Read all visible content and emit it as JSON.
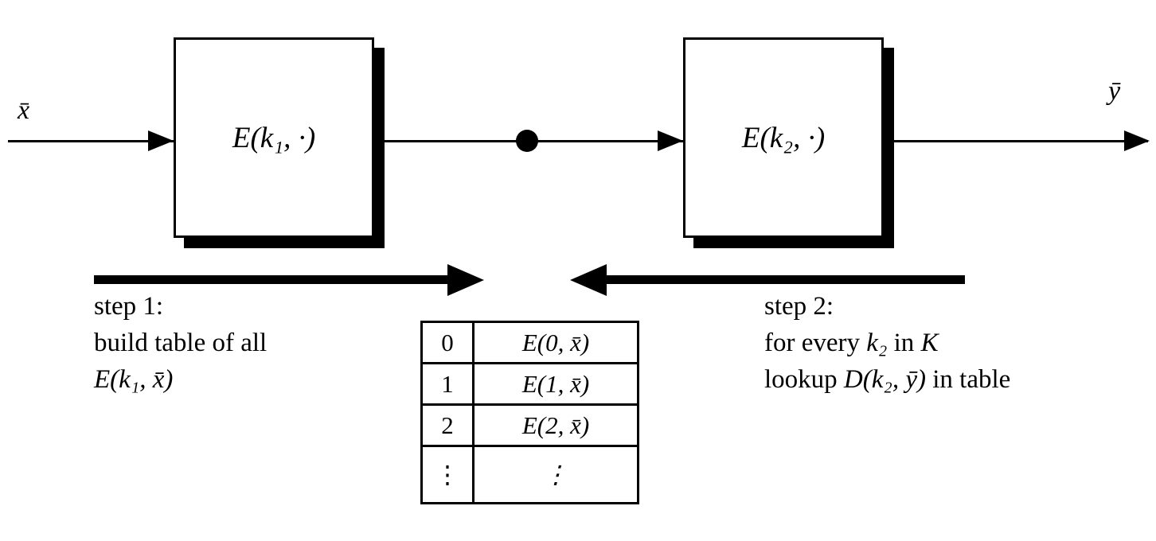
{
  "diagram": {
    "input_label": "x̄",
    "output_label": "ȳ",
    "box1_label": "E(k₁, ·)",
    "box2_label": "E(k₂, ·)"
  },
  "step1": {
    "title": "step 1:",
    "line2": "build table of all",
    "line3": "E(k₁, x̄)"
  },
  "step2": {
    "title": "step 2:",
    "line2_parts": {
      "p0": "for every ",
      "p1": "k₂",
      "p2": " in ",
      "p3": "K"
    },
    "line3_parts": {
      "p0": "lookup ",
      "p1": "D(k₂, ȳ)",
      "p2": " in table"
    }
  },
  "table": {
    "rows": [
      {
        "key": "0",
        "value": "E(0, x̄)"
      },
      {
        "key": "1",
        "value": "E(1, x̄)"
      },
      {
        "key": "2",
        "value": "E(2, x̄)"
      },
      {
        "key": "⋮",
        "value": "⋮"
      }
    ]
  }
}
